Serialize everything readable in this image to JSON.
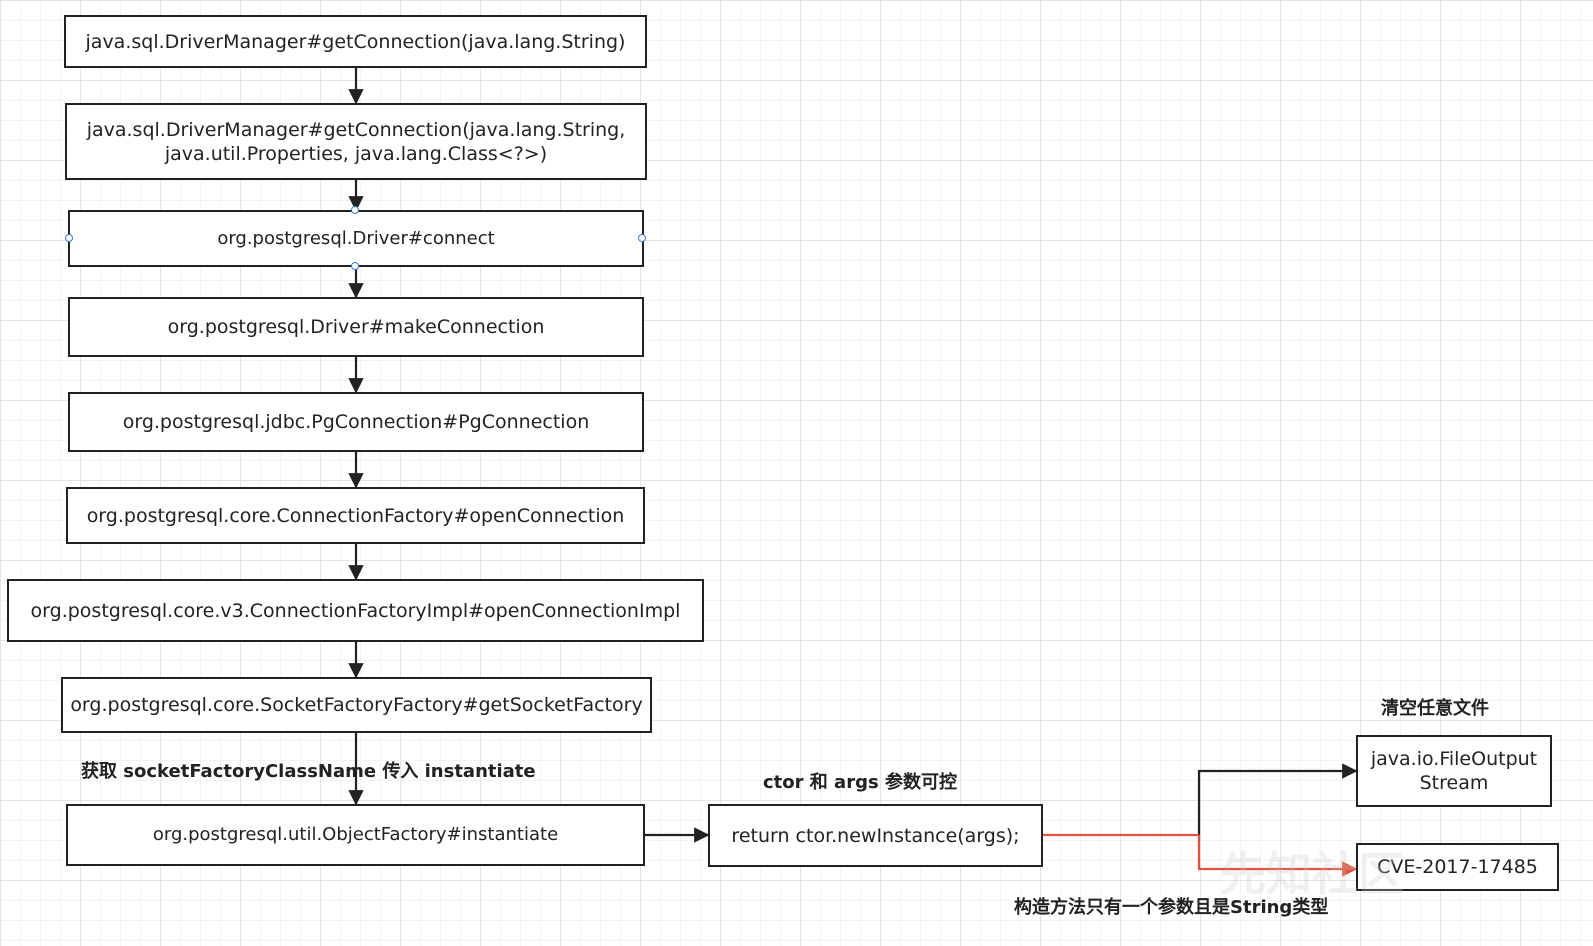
{
  "nodes": {
    "n1": "java.sql.DriverManager#getConnection(java.lang.String)",
    "n2": "java.sql.DriverManager#getConnection(java.lang.String,\njava.util.Properties, java.lang.Class<?>)",
    "n3": "org.postgresql.Driver#connect",
    "n4": "org.postgresql.Driver#makeConnection",
    "n5": "org.postgresql.jdbc.PgConnection#PgConnection",
    "n6": "org.postgresql.core.ConnectionFactory#openConnection",
    "n7": "org.postgresql.core.v3.ConnectionFactoryImpl#openConnectionImpl",
    "n8": "org.postgresql.core.SocketFactoryFactory#getSocketFactory",
    "n9": "org.postgresql.util.ObjectFactory#instantiate",
    "n10": "return ctor.newInstance(args);",
    "n11": "java.io.FileOutput\nStream",
    "n12": "CVE-2017-17485"
  },
  "labels": {
    "pass_classname": "获取 socketFactoryClassName  传入 instantiate",
    "ctor_args": "ctor 和 args 参数可控",
    "truncate_file": "清空任意文件",
    "constructor_note": "构造方法只有一个参数且是String类型"
  },
  "watermark": "先知社区",
  "colors": {
    "line": "#222222",
    "highlight": "#e0533e",
    "handle": "#3b78d8"
  }
}
